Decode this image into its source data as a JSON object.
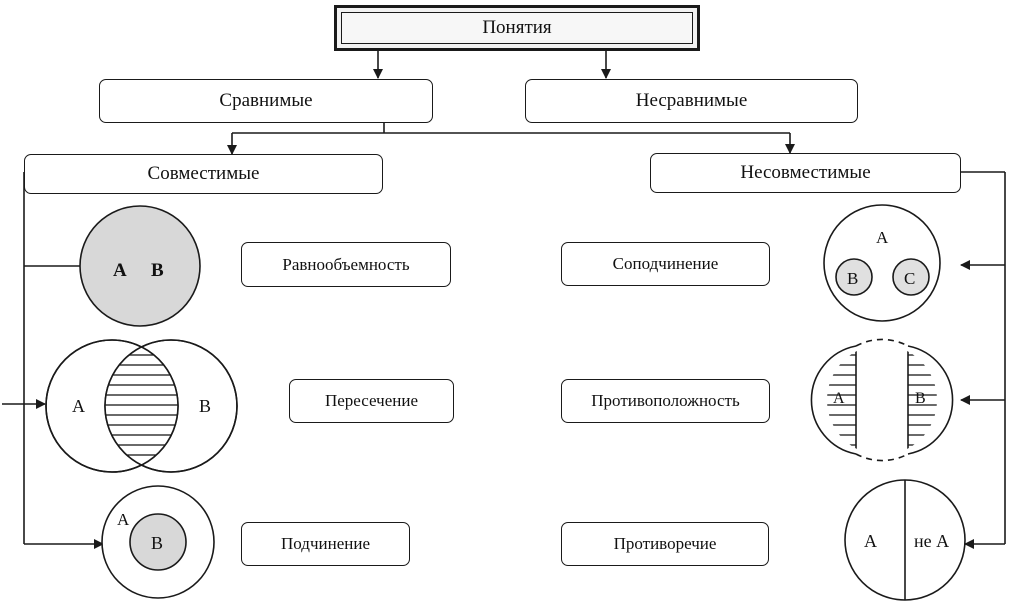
{
  "root": {
    "label": "Понятия"
  },
  "level1": {
    "comparable": "Сравнимые",
    "incomparable": "Несравнимые"
  },
  "level2": {
    "compatible": "Совместимые",
    "incompatible": "Несовместимые"
  },
  "relations": {
    "compatible": [
      "Равнообъемность",
      "Пересечение",
      "Подчинение"
    ],
    "incompatible": [
      "Соподчинение",
      "Противоположность",
      "Противоречие"
    ]
  },
  "diagrams": {
    "equivalence": {
      "a": "А",
      "b": "В"
    },
    "intersection": {
      "a": "А",
      "b": "В"
    },
    "subordination": {
      "a": "А",
      "b": "В"
    },
    "coordination": {
      "a": "А",
      "b": "В",
      "c": "С"
    },
    "contrariety": {
      "a": "А",
      "b": "В"
    },
    "contradiction": {
      "a": "А",
      "not_a": "не А"
    }
  }
}
